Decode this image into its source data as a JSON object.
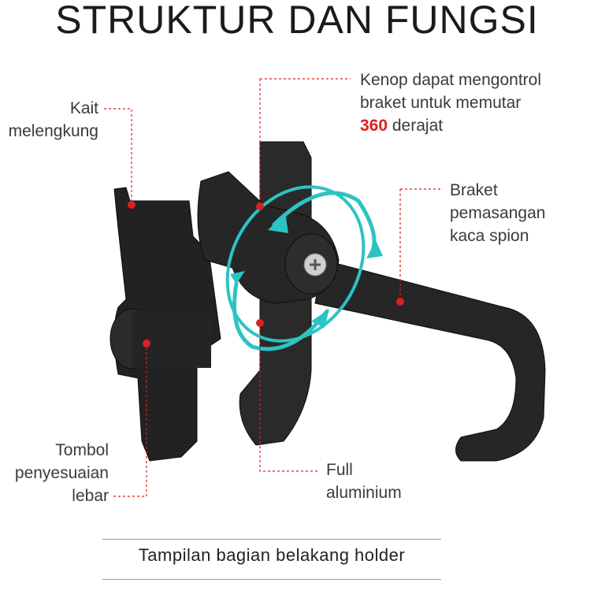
{
  "title": "STRUKTUR DAN FUNGSI",
  "labels": {
    "hook": [
      "Kait",
      "melengkung"
    ],
    "knob": [
      "Kenop dapat mengontrol",
      "braket untuk memutar"
    ],
    "knob_360": "360",
    "knob_tail": " derajat",
    "mirror_bracket": [
      "Braket",
      "pemasangan",
      "kaca spion"
    ],
    "width_button": [
      "Tombol",
      "penyesuaian",
      "lebar"
    ],
    "material": [
      "Full",
      "aluminium"
    ]
  },
  "caption": "Tampilan bagian belakang holder",
  "colors": {
    "accent_red": "#d92121",
    "rotate_arrow": "#2cc3c3",
    "product": "#1f1f1f"
  }
}
